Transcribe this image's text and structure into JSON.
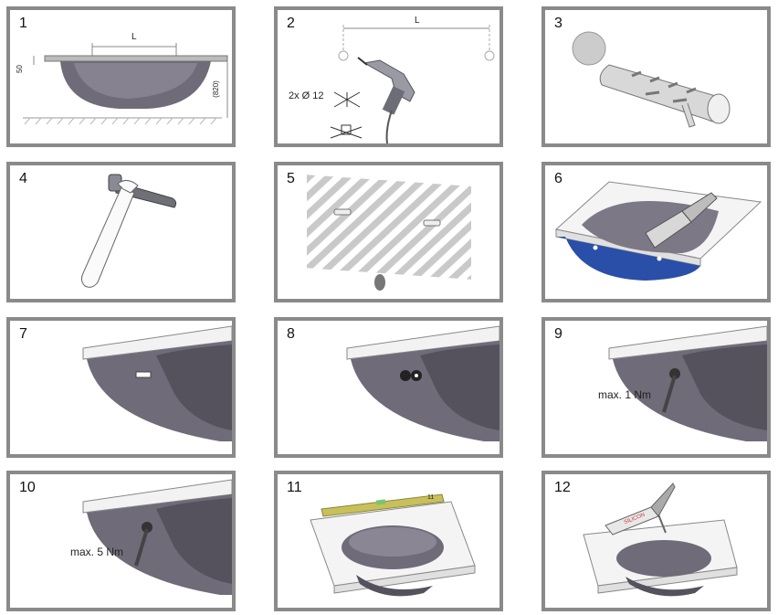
{
  "steps": [
    {
      "number": "1",
      "labels": {
        "length": "L",
        "depth": "50",
        "height": "(820)"
      }
    },
    {
      "number": "2",
      "labels": {
        "length": "L",
        "drill": "2x  Ø 12"
      }
    },
    {
      "number": "3"
    },
    {
      "number": "4"
    },
    {
      "number": "5"
    },
    {
      "number": "6"
    },
    {
      "number": "7"
    },
    {
      "number": "8"
    },
    {
      "number": "9",
      "labels": {
        "torque": "max. 1 Nm"
      }
    },
    {
      "number": "10",
      "labels": {
        "torque": "max. 5 Nm"
      }
    },
    {
      "number": "11",
      "labels": {
        "level_mark": "11"
      }
    },
    {
      "number": "12",
      "labels": {
        "tube_text": "SILICON"
      }
    }
  ],
  "colors": {
    "border": "#8a8a8a",
    "basin": "#6f6b78",
    "basin_blue": "#2a4fa8",
    "level": "#c8c05a",
    "hatch": "#c9c9c9"
  }
}
